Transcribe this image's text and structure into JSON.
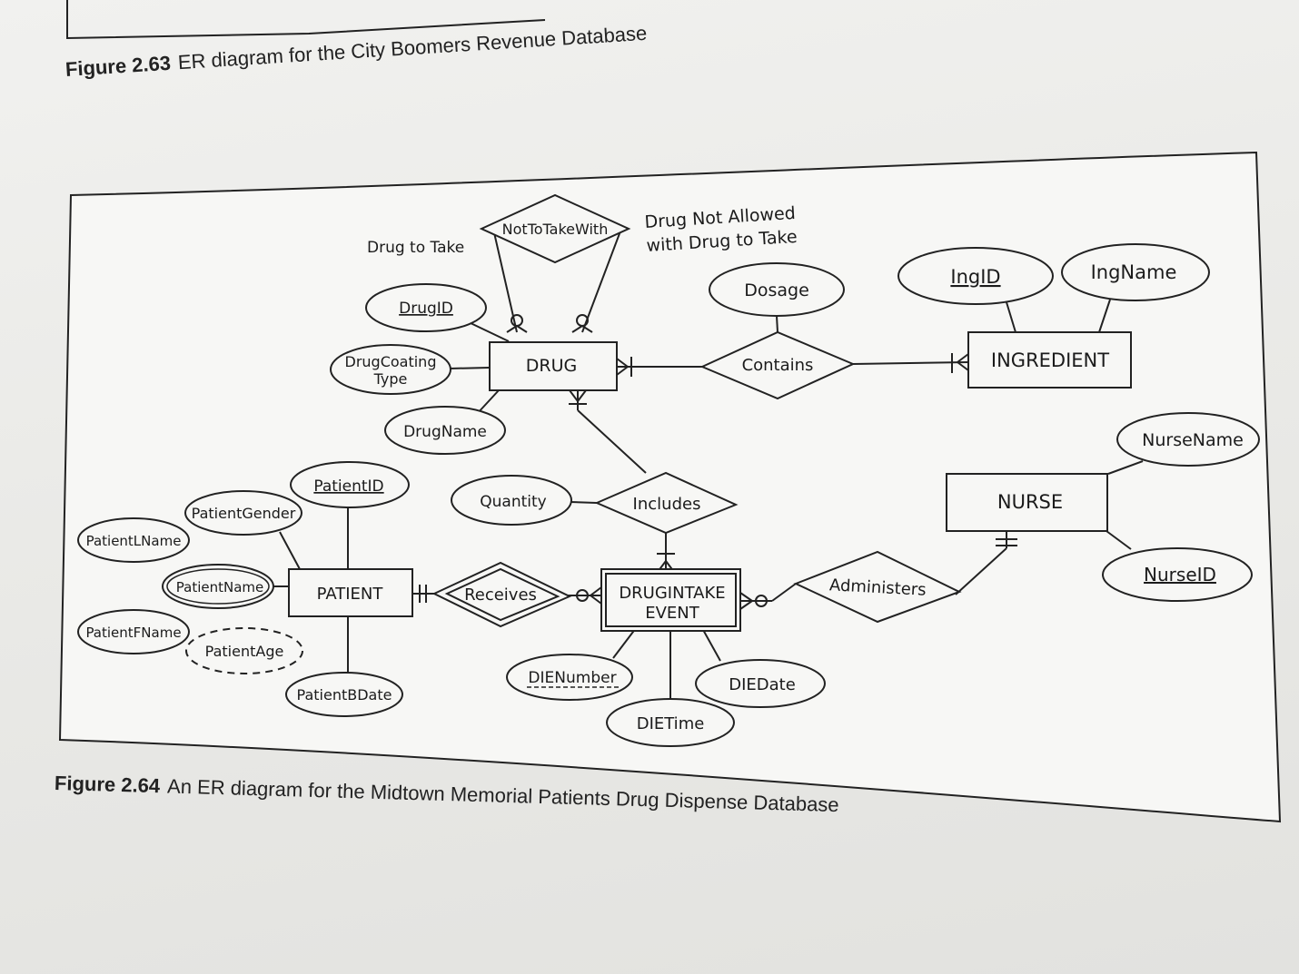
{
  "captions": {
    "fig63_number": "Figure 2.63",
    "fig63_text": "ER diagram for the City Boomers Revenue Database",
    "fig64_number": "Figure 2.64",
    "fig64_text": "An ER diagram for the Midtown Memorial Patients Drug Dispense Database"
  },
  "entities": {
    "drug": "DRUG",
    "ingredient": "INGREDIENT",
    "nurse": "NURSE",
    "patient": "PATIENT",
    "drugintake_line1": "DRUGINTAKE",
    "drugintake_line2": "EVENT"
  },
  "relationships": {
    "not_to_take_with": "NotToTakeWith",
    "contains": "Contains",
    "includes": "Includes",
    "receives": "Receives",
    "administers": "Administers"
  },
  "attributes": {
    "drug_id": "DrugID",
    "drug_coating_line1": "DrugCoating",
    "drug_coating_line2": "Type",
    "drug_name": "DrugName",
    "dosage": "Dosage",
    "ing_id": "IngID",
    "ing_name": "IngName",
    "nurse_name": "NurseName",
    "nurse_id": "NurseID",
    "quantity": "Quantity",
    "patient_id": "PatientID",
    "patient_gender": "PatientGender",
    "patient_lname": "PatientLName",
    "patient_name": "PatientName",
    "patient_fname": "PatientFName",
    "patient_age": "PatientAge",
    "patient_bdate": "PatientBDate",
    "die_number": "DIENumber",
    "die_date": "DIEDate",
    "die_time": "DIETime"
  },
  "role_labels": {
    "drug_to_take": "Drug to Take",
    "not_allowed_line1": "Drug Not Allowed",
    "not_allowed_line2": "with Drug to Take"
  }
}
